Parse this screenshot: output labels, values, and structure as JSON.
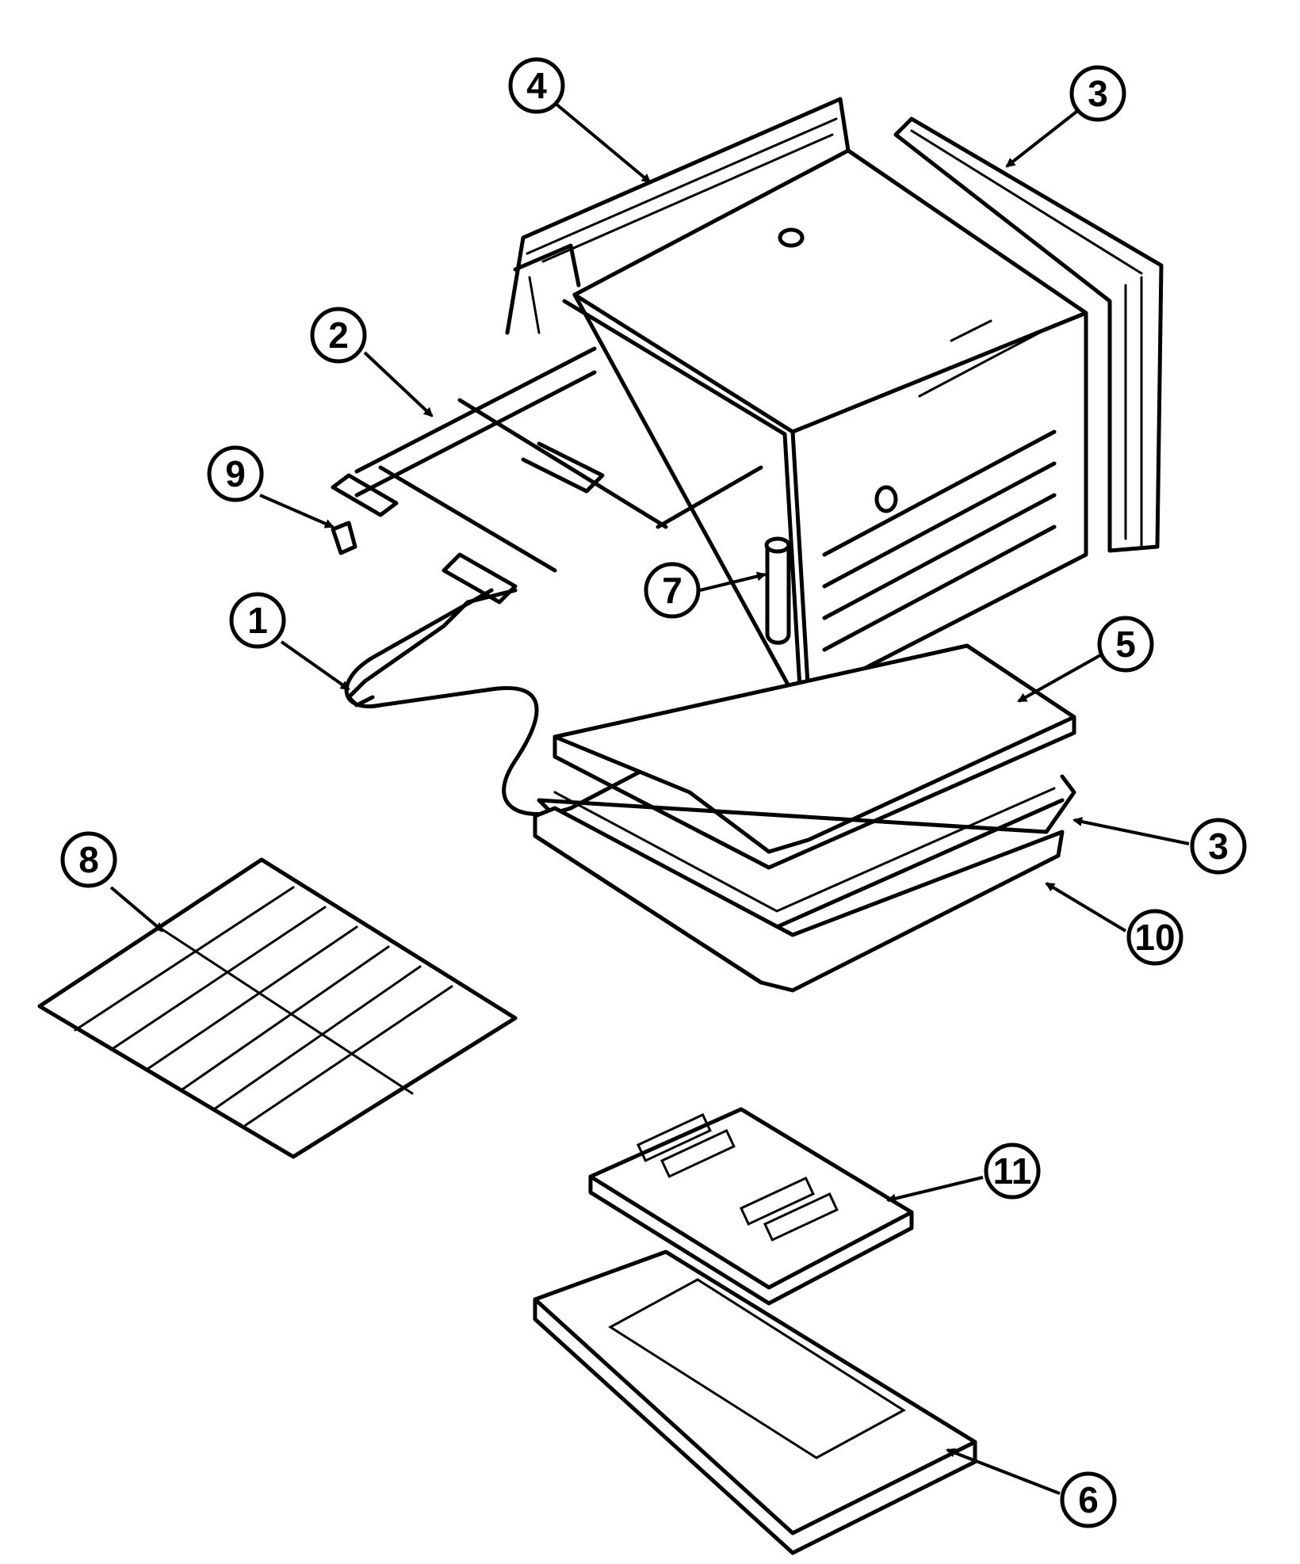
{
  "diagram": {
    "callouts": [
      {
        "id": "c4",
        "label": "4"
      },
      {
        "id": "c3a",
        "label": "3"
      },
      {
        "id": "c2",
        "label": "2"
      },
      {
        "id": "c9",
        "label": "9"
      },
      {
        "id": "c1",
        "label": "1"
      },
      {
        "id": "c7",
        "label": "7"
      },
      {
        "id": "c5",
        "label": "5"
      },
      {
        "id": "c3b",
        "label": "3"
      },
      {
        "id": "c8",
        "label": "8"
      },
      {
        "id": "c10",
        "label": "10"
      },
      {
        "id": "c11",
        "label": "11"
      },
      {
        "id": "c6",
        "label": "6"
      }
    ]
  }
}
